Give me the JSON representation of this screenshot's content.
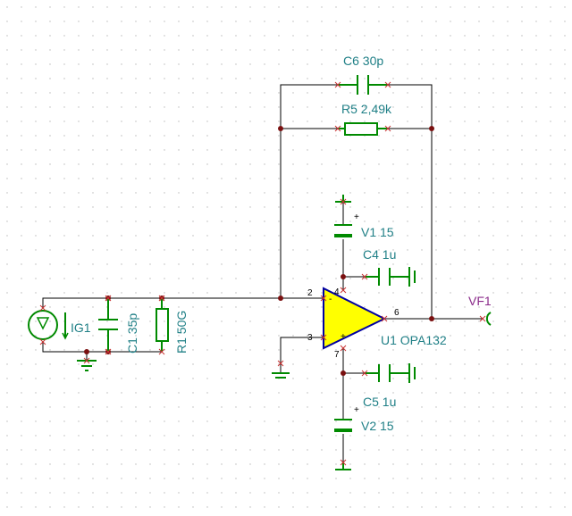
{
  "colors": {
    "wire": "#000000",
    "component": "#008a00",
    "label": "#1f7f86",
    "opamp_fill": "#ffff00",
    "node": "#7a1010",
    "output_label": "#8a2a8a"
  },
  "labels": {
    "c6": "C6 30p",
    "r5": "R5 2,49k",
    "v1": "V1 15",
    "c4": "C4 1u",
    "ig1": "IG1",
    "c1": "C1 35p",
    "r1": "R1 50G",
    "u1": "U1 OPA132",
    "vf1": "VF1",
    "c5": "C5 1u",
    "v2": "V2 15"
  },
  "pins": {
    "inv": "2",
    "noninv": "3",
    "vplus": "4",
    "vminus": "7",
    "out": "6",
    "plus_sign": "+",
    "minus_sign": "-"
  },
  "supply_signs": {
    "v1": "+",
    "v2": "+"
  }
}
